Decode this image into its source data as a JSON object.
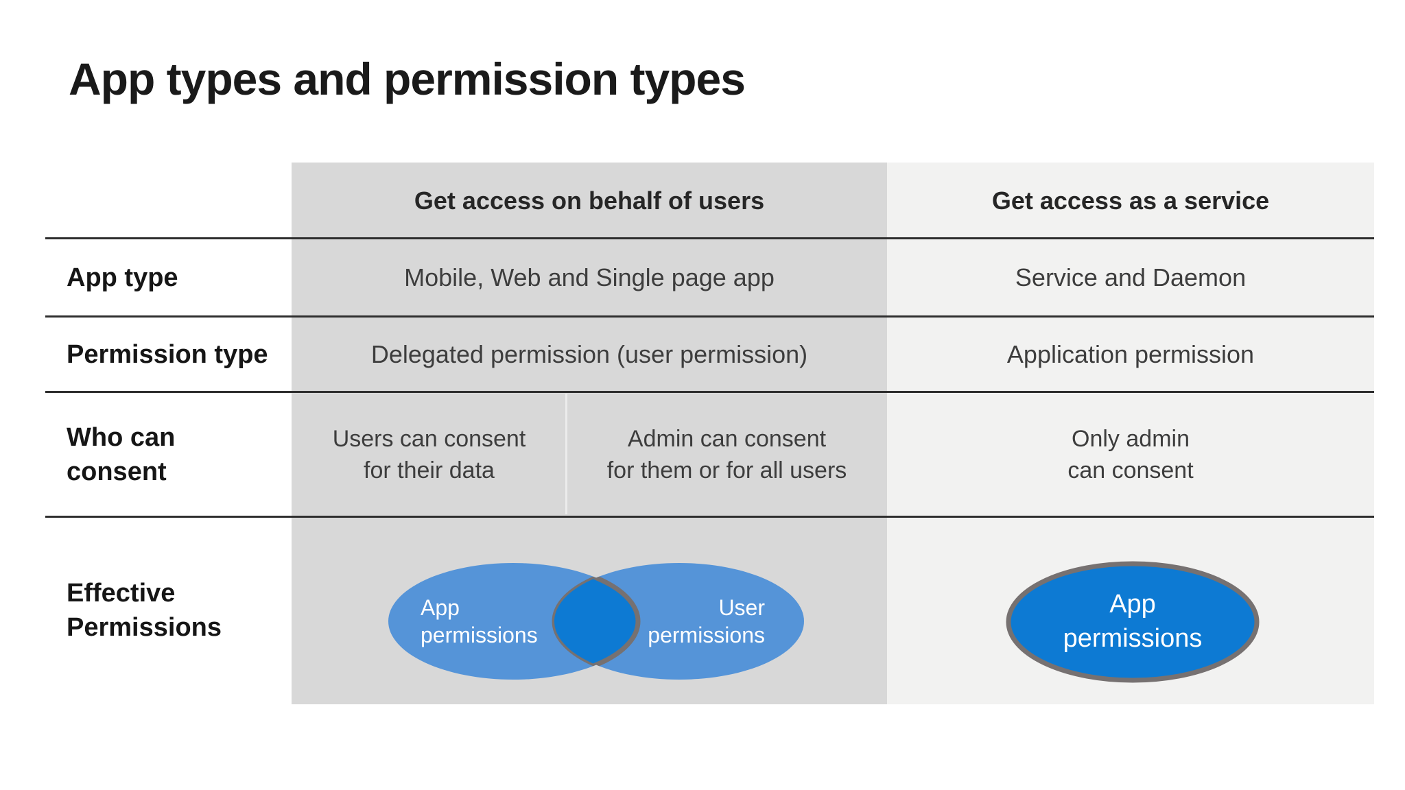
{
  "title": "App types and permission types",
  "table": {
    "headers": {
      "behalf_of_users": "Get access on behalf of users",
      "as_a_service": "Get access as a service"
    },
    "row_labels": {
      "app_type": "App type",
      "permission_type": "Permission type",
      "who_can_consent": {
        "line1": "Who can",
        "line2": "consent"
      },
      "effective_permissions": {
        "line1": "Effective",
        "line2": "Permissions"
      }
    },
    "app_type": {
      "behalf_of_users": "Mobile, Web and Single page app",
      "as_a_service": "Service and Daemon"
    },
    "permission_type": {
      "behalf_of_users": "Delegated permission (user permission)",
      "as_a_service": "Application permission"
    },
    "who_can_consent": {
      "users": {
        "line1": "Users can consent",
        "line2": "for their data"
      },
      "admin": {
        "line1": "Admin can consent",
        "line2": "for them or for all users"
      },
      "service": {
        "line1": "Only admin",
        "line2": "can consent"
      }
    },
    "effective_permissions": {
      "venn_left": {
        "line1": "App",
        "line2": "permissions"
      },
      "venn_right": {
        "line1": "User",
        "line2": "permissions"
      },
      "service": {
        "line1": "App",
        "line2": "permissions"
      }
    }
  },
  "colors": {
    "column1_bg": "#d8d8d8",
    "column2_bg": "#f2f2f1",
    "venn_light_blue": "#5594d8",
    "overlap_dark_blue": "#0d7ad3",
    "ellipse_border_gray": "#767171",
    "divider_line": "#2e2e2e",
    "title_text": "#1a1a1a",
    "cell_text": "#3d3d3d"
  }
}
